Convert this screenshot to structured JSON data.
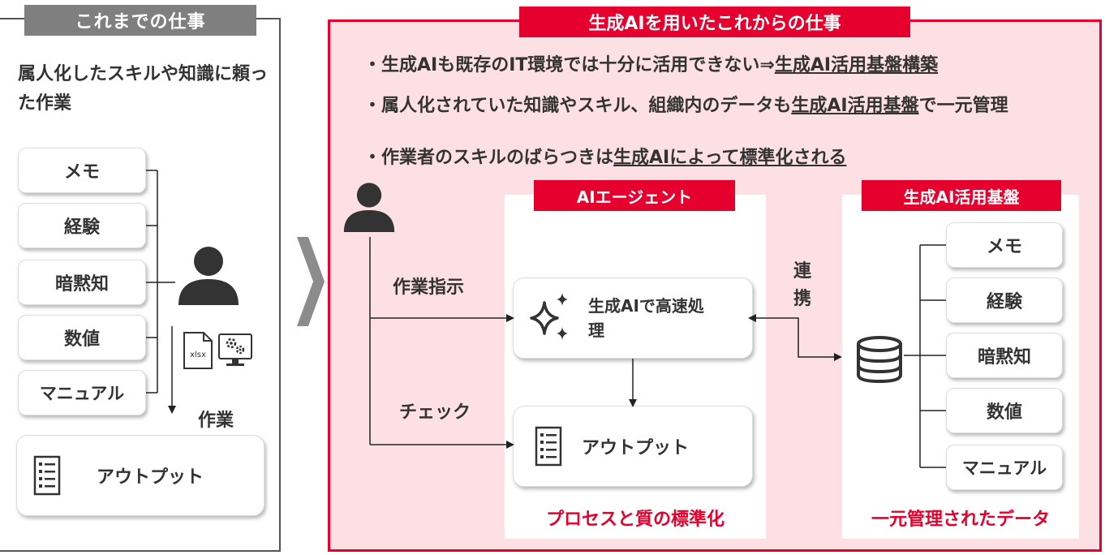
{
  "left": {
    "title": "これまでの仕事",
    "description": "属人化したスキルや知識に頼った作業",
    "items": [
      "メモ",
      "経験",
      "暗黙知",
      "数値",
      "マニュアル"
    ],
    "work_label": "作業",
    "file_icon_text": "xlsx",
    "output_label": "アウトプット"
  },
  "right": {
    "title": "生成AIを用いたこれからの仕事",
    "bullets": [
      {
        "mark": "・",
        "text": "生成AIも既存のIT環境では十分に活用できない⇒",
        "underline": "生成AI活用基盤構築",
        "tail": ""
      },
      {
        "mark": "・",
        "text": "属人化されていた知識やスキル、組織内のデータも",
        "underline": "生成AI活用基盤",
        "tail": "で一元管理"
      },
      {
        "mark": "・",
        "text": "作業者のスキルのばらつきは",
        "underline": "生成AIによって標準化される",
        "tail": ""
      }
    ],
    "instruction_label": "作業指示",
    "check_label": "チェック",
    "coop_label": "連携",
    "agent": {
      "title": "AIエージェント",
      "process_label": "生成AIで高速処理",
      "output_label": "アウトプット",
      "caption": "プロセスと質の標準化"
    },
    "platform": {
      "title": "生成AI活用基盤",
      "items": [
        "メモ",
        "経験",
        "暗黙知",
        "数値",
        "マニュアル"
      ],
      "caption": "一元管理されたデータ"
    }
  },
  "colors": {
    "accent": "#e6002d",
    "panel_bg": "#fde0e4",
    "gray_title": "#7f7f7f",
    "text": "#333333",
    "icon": "#333333"
  }
}
